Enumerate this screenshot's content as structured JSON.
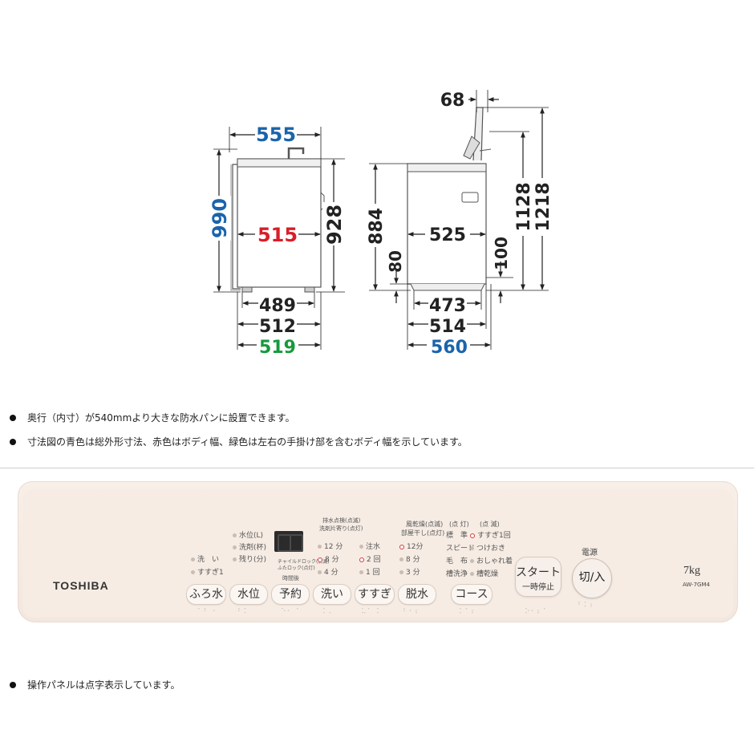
{
  "dimensions": {
    "front": {
      "top_width": "555",
      "height_total": "990",
      "body_width": "515",
      "body_height": "928",
      "base_inner": "489",
      "base_mid": "512",
      "base_outer": "519"
    },
    "side": {
      "lid_offset": "68",
      "body_height": "884",
      "foot_height": "80",
      "body_depth": "525",
      "base_inner": "473",
      "base_mid": "514",
      "base_outer": "560",
      "right_foot": "100",
      "lid_open_low": "1128",
      "lid_open_high": "1218"
    },
    "colors": {
      "blue": "#1a64ac",
      "red": "#d81e2a",
      "green": "#159a3b",
      "black": "#222222"
    }
  },
  "notes": [
    "奥行（内寸）が540mmより大きな防水パンに設置できます。",
    "寸法図の青色は総外形寸法、赤色はボディ幅、緑色は左右の手掛け部を含むボディ幅を示しています。"
  ],
  "panel": {
    "brand": "TOSHIBA",
    "left_options": [
      "洗　い",
      "すすぎ1"
    ],
    "mode_options": [
      "水位(L)",
      "洗剤(杯)",
      "残り(分)"
    ],
    "display_caption_1": "チャイルドロック(点滅)",
    "display_caption_2": "ふたロック(点灯)",
    "display_caption_3": "時間後",
    "drain_header_1": "排水点検(点滅)",
    "drain_header_2": "洗剤片寄り(点灯)",
    "time_options": [
      "12 分",
      "8 分",
      "4 分"
    ],
    "rinse_options": [
      "注水",
      "2 回",
      "1 回"
    ],
    "dry_header_1": "風乾燥(点滅)",
    "dry_header_2": "部屋干し(点灯)",
    "dry_options": [
      "12分",
      "8 分",
      "3 分"
    ],
    "course_header_1": "(点 灯)",
    "course_header_2": "(点 滅)",
    "course_col1": [
      "標　準",
      "スピード",
      "毛　布",
      "槽洗浄"
    ],
    "course_col2": [
      "すすぎ1回",
      "つけおき",
      "おしゃれ着",
      "槽乾燥"
    ],
    "buttons": [
      "ふろ水",
      "水位",
      "予約",
      "洗い",
      "すすぎ",
      "脱水",
      "コース"
    ],
    "start_label": "スタート",
    "start_sub": "一時停止",
    "power_caption": "電源",
    "power_label": "切/入",
    "capacity": "7kg",
    "model": "AW-7GM4"
  },
  "footer_note": "操作パネルは点字表示しています。"
}
